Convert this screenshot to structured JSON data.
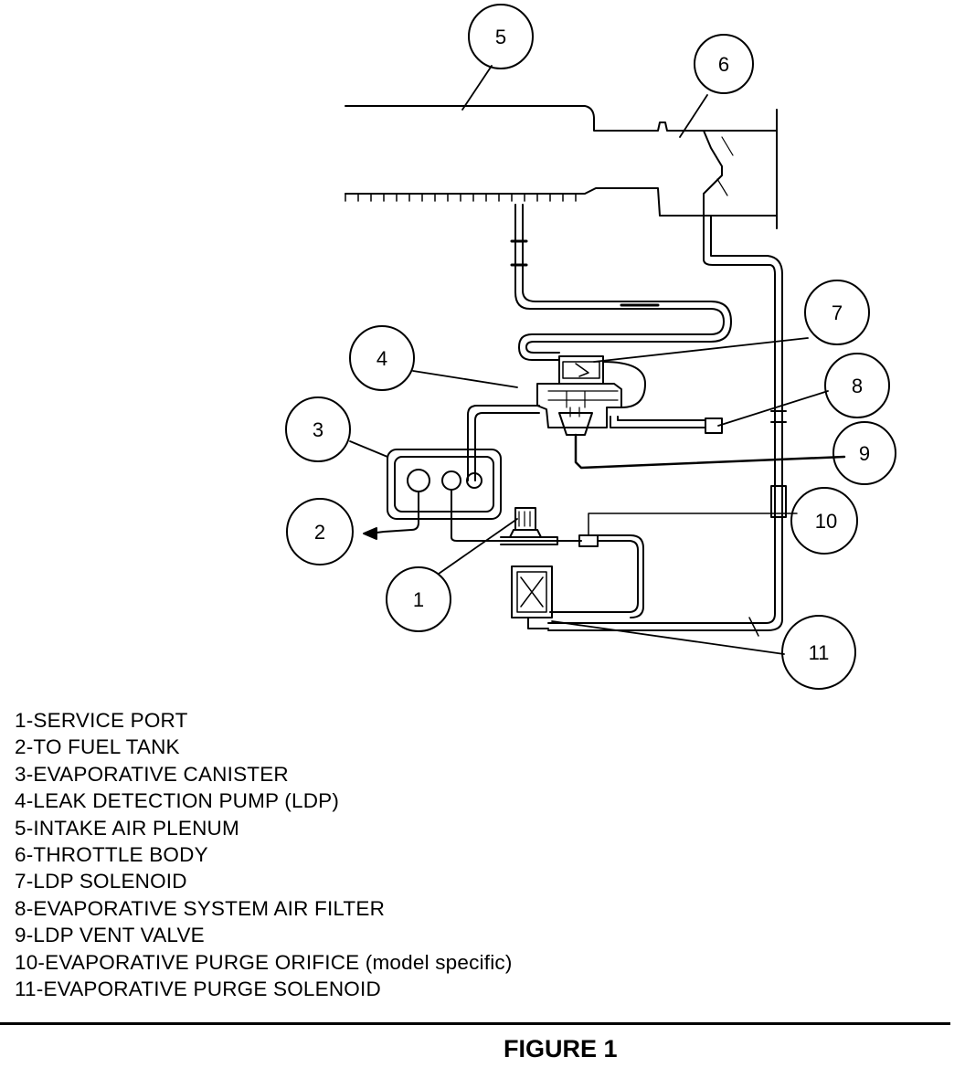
{
  "callouts": [
    {
      "number": "1"
    },
    {
      "number": "2"
    },
    {
      "number": "3"
    },
    {
      "number": "4"
    },
    {
      "number": "5"
    },
    {
      "number": "6"
    },
    {
      "number": "7"
    },
    {
      "number": "8"
    },
    {
      "number": "9"
    },
    {
      "number": "10"
    },
    {
      "number": "11"
    }
  ],
  "legend": [
    "1-SERVICE PORT",
    "2-TO FUEL TANK",
    "3-EVAPORATIVE CANISTER",
    "4-LEAK DETECTION PUMP (LDP)",
    "5-INTAKE AIR PLENUM",
    "6-THROTTLE BODY",
    "7-LDP SOLENOID",
    "8-EVAPORATIVE SYSTEM AIR FILTER",
    "9-LDP VENT VALVE",
    "10-EVAPORATIVE PURGE ORIFICE (model specific)",
    "11-EVAPORATIVE PURGE SOLENOID"
  ],
  "caption": "FIGURE 1"
}
